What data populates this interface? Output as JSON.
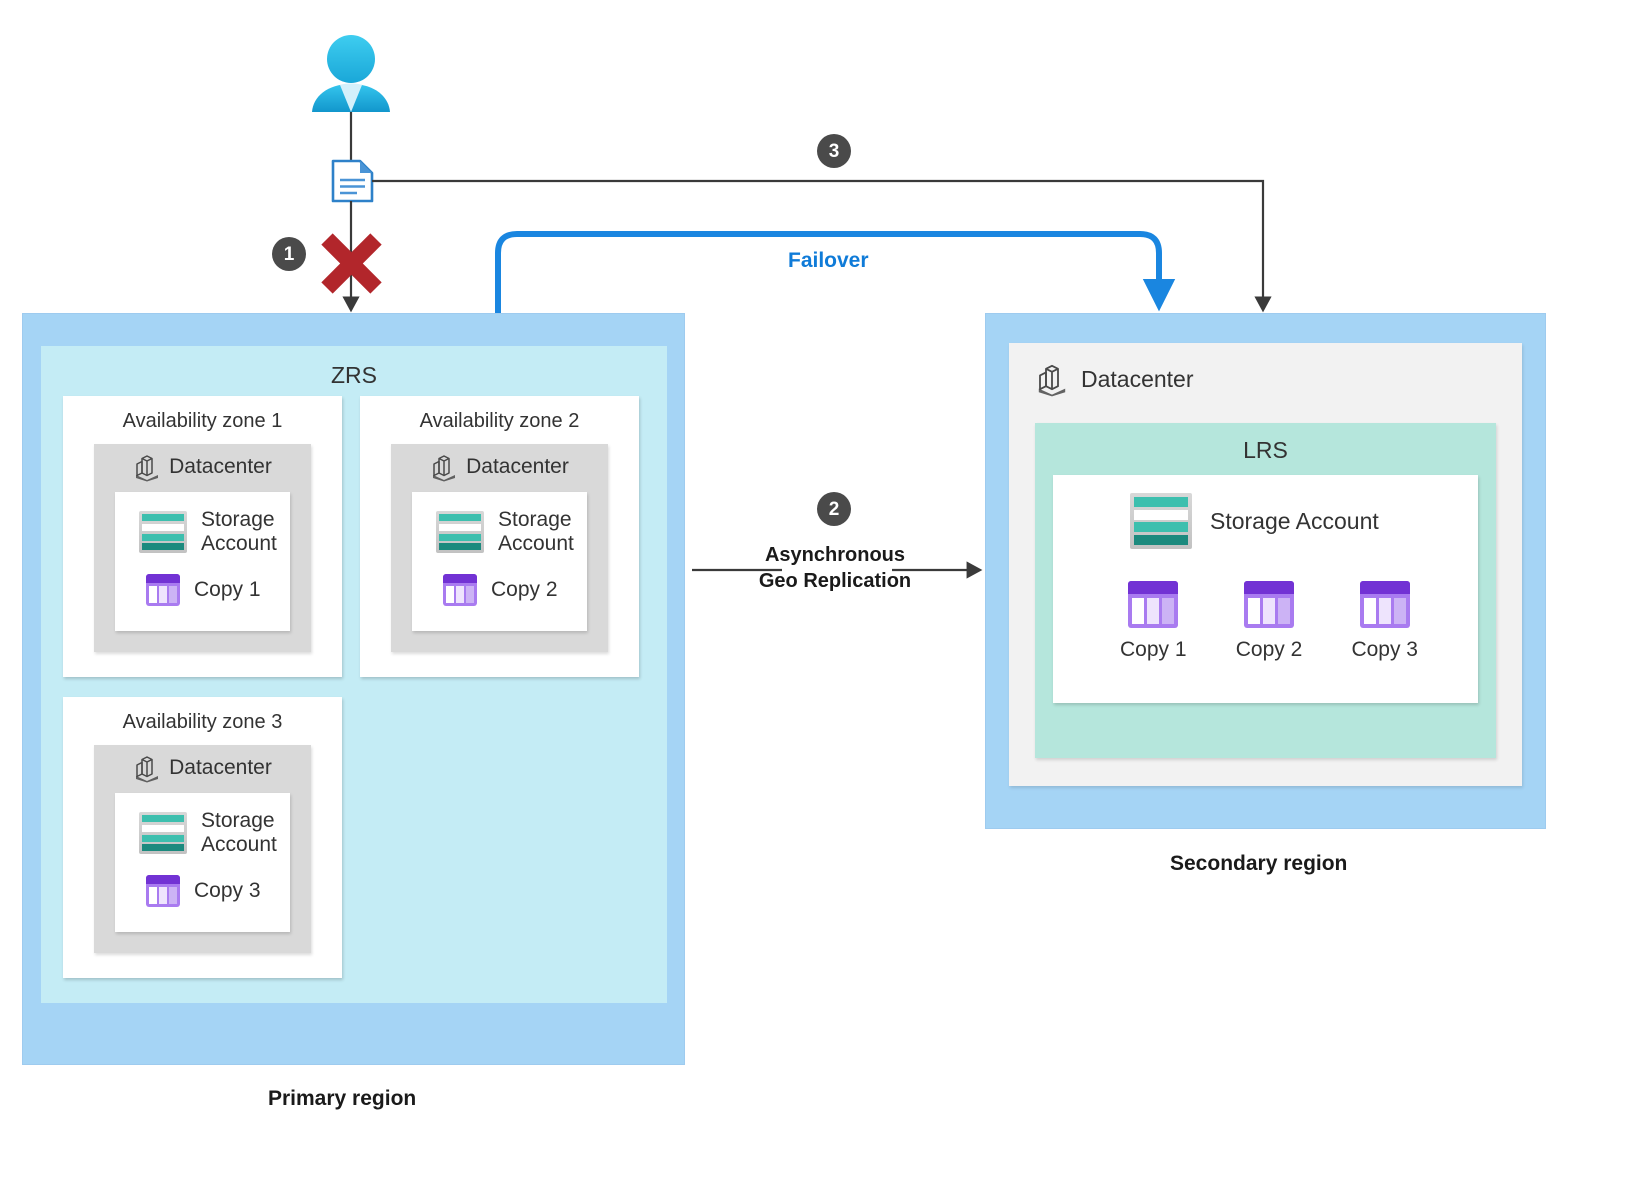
{
  "diagram": {
    "title": "Azure storage redundancy: ZRS primary with geo-replication to LRS secondary",
    "colors": {
      "region_fill": "#a5d4f5",
      "zrs_fill": "#c4ecf5",
      "lrs_fill": "#b5e6dc",
      "datacenter_fill": "#d9d9d9",
      "datacenter_light_fill": "#f2f2f2",
      "failover_blue": "#0f7bd8",
      "error_red": "#b2262b",
      "badge_gray": "#4a4a4a",
      "storage_teal": "#3dbfae",
      "copy_purple": "#7232d4"
    }
  },
  "actors": {
    "user": {
      "icon": "user-icon"
    },
    "document": {
      "icon": "document-icon"
    }
  },
  "steps": [
    {
      "number": "1",
      "marker": "red-x-icon",
      "meaning": "Primary region write fails"
    },
    {
      "number": "2",
      "label_line1": "Asynchronous",
      "label_line2": "Geo Replication"
    },
    {
      "number": "3",
      "meaning": "Client redirected to secondary region"
    }
  ],
  "failover": {
    "label": "Failover"
  },
  "primary_region": {
    "footer_label": "Primary region",
    "zrs": {
      "label": "ZRS",
      "zones": [
        {
          "label": "Availability zone 1",
          "datacenter": {
            "label": "Datacenter",
            "icon": "datacenter-icon"
          },
          "storage_account": {
            "label_line1": "Storage",
            "label_line2": "Account",
            "icon": "storage-account-icon"
          },
          "copy": {
            "label": "Copy 1",
            "icon": "copy-icon"
          }
        },
        {
          "label": "Availability zone 2",
          "datacenter": {
            "label": "Datacenter",
            "icon": "datacenter-icon"
          },
          "storage_account": {
            "label_line1": "Storage",
            "label_line2": "Account",
            "icon": "storage-account-icon"
          },
          "copy": {
            "label": "Copy 2",
            "icon": "copy-icon"
          }
        },
        {
          "label": "Availability zone 3",
          "datacenter": {
            "label": "Datacenter",
            "icon": "datacenter-icon"
          },
          "storage_account": {
            "label_line1": "Storage",
            "label_line2": "Account",
            "icon": "storage-account-icon"
          },
          "copy": {
            "label": "Copy 3",
            "icon": "copy-icon"
          }
        }
      ]
    }
  },
  "secondary_region": {
    "footer_label": "Secondary region",
    "datacenter": {
      "label": "Datacenter",
      "icon": "datacenter-icon"
    },
    "lrs": {
      "label": "LRS",
      "storage_account": {
        "label": "Storage Account",
        "icon": "storage-account-icon"
      },
      "copies": [
        {
          "label": "Copy 1",
          "icon": "copy-icon"
        },
        {
          "label": "Copy 2",
          "icon": "copy-icon"
        },
        {
          "label": "Copy 3",
          "icon": "copy-icon"
        }
      ]
    }
  }
}
